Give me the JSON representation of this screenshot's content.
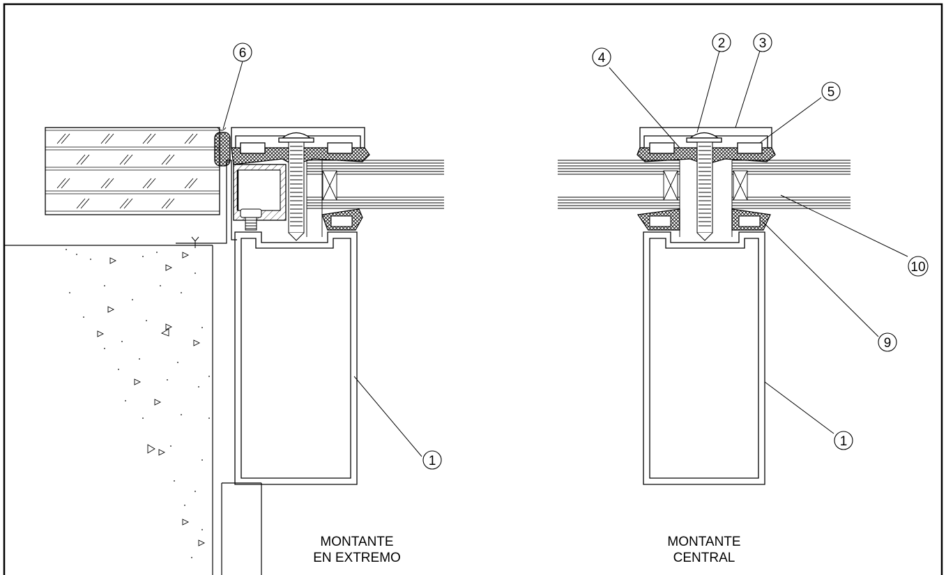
{
  "callouts": {
    "n1": "1",
    "n2": "2",
    "n3": "3",
    "n4": "4",
    "n5": "5",
    "n6": "6",
    "n9": "9",
    "n10": "10"
  },
  "captions": {
    "left_line1": "MONTANTE",
    "left_line2": "EN EXTREMO",
    "right_line1": "MONTANTE",
    "right_line2": "CENTRAL"
  }
}
